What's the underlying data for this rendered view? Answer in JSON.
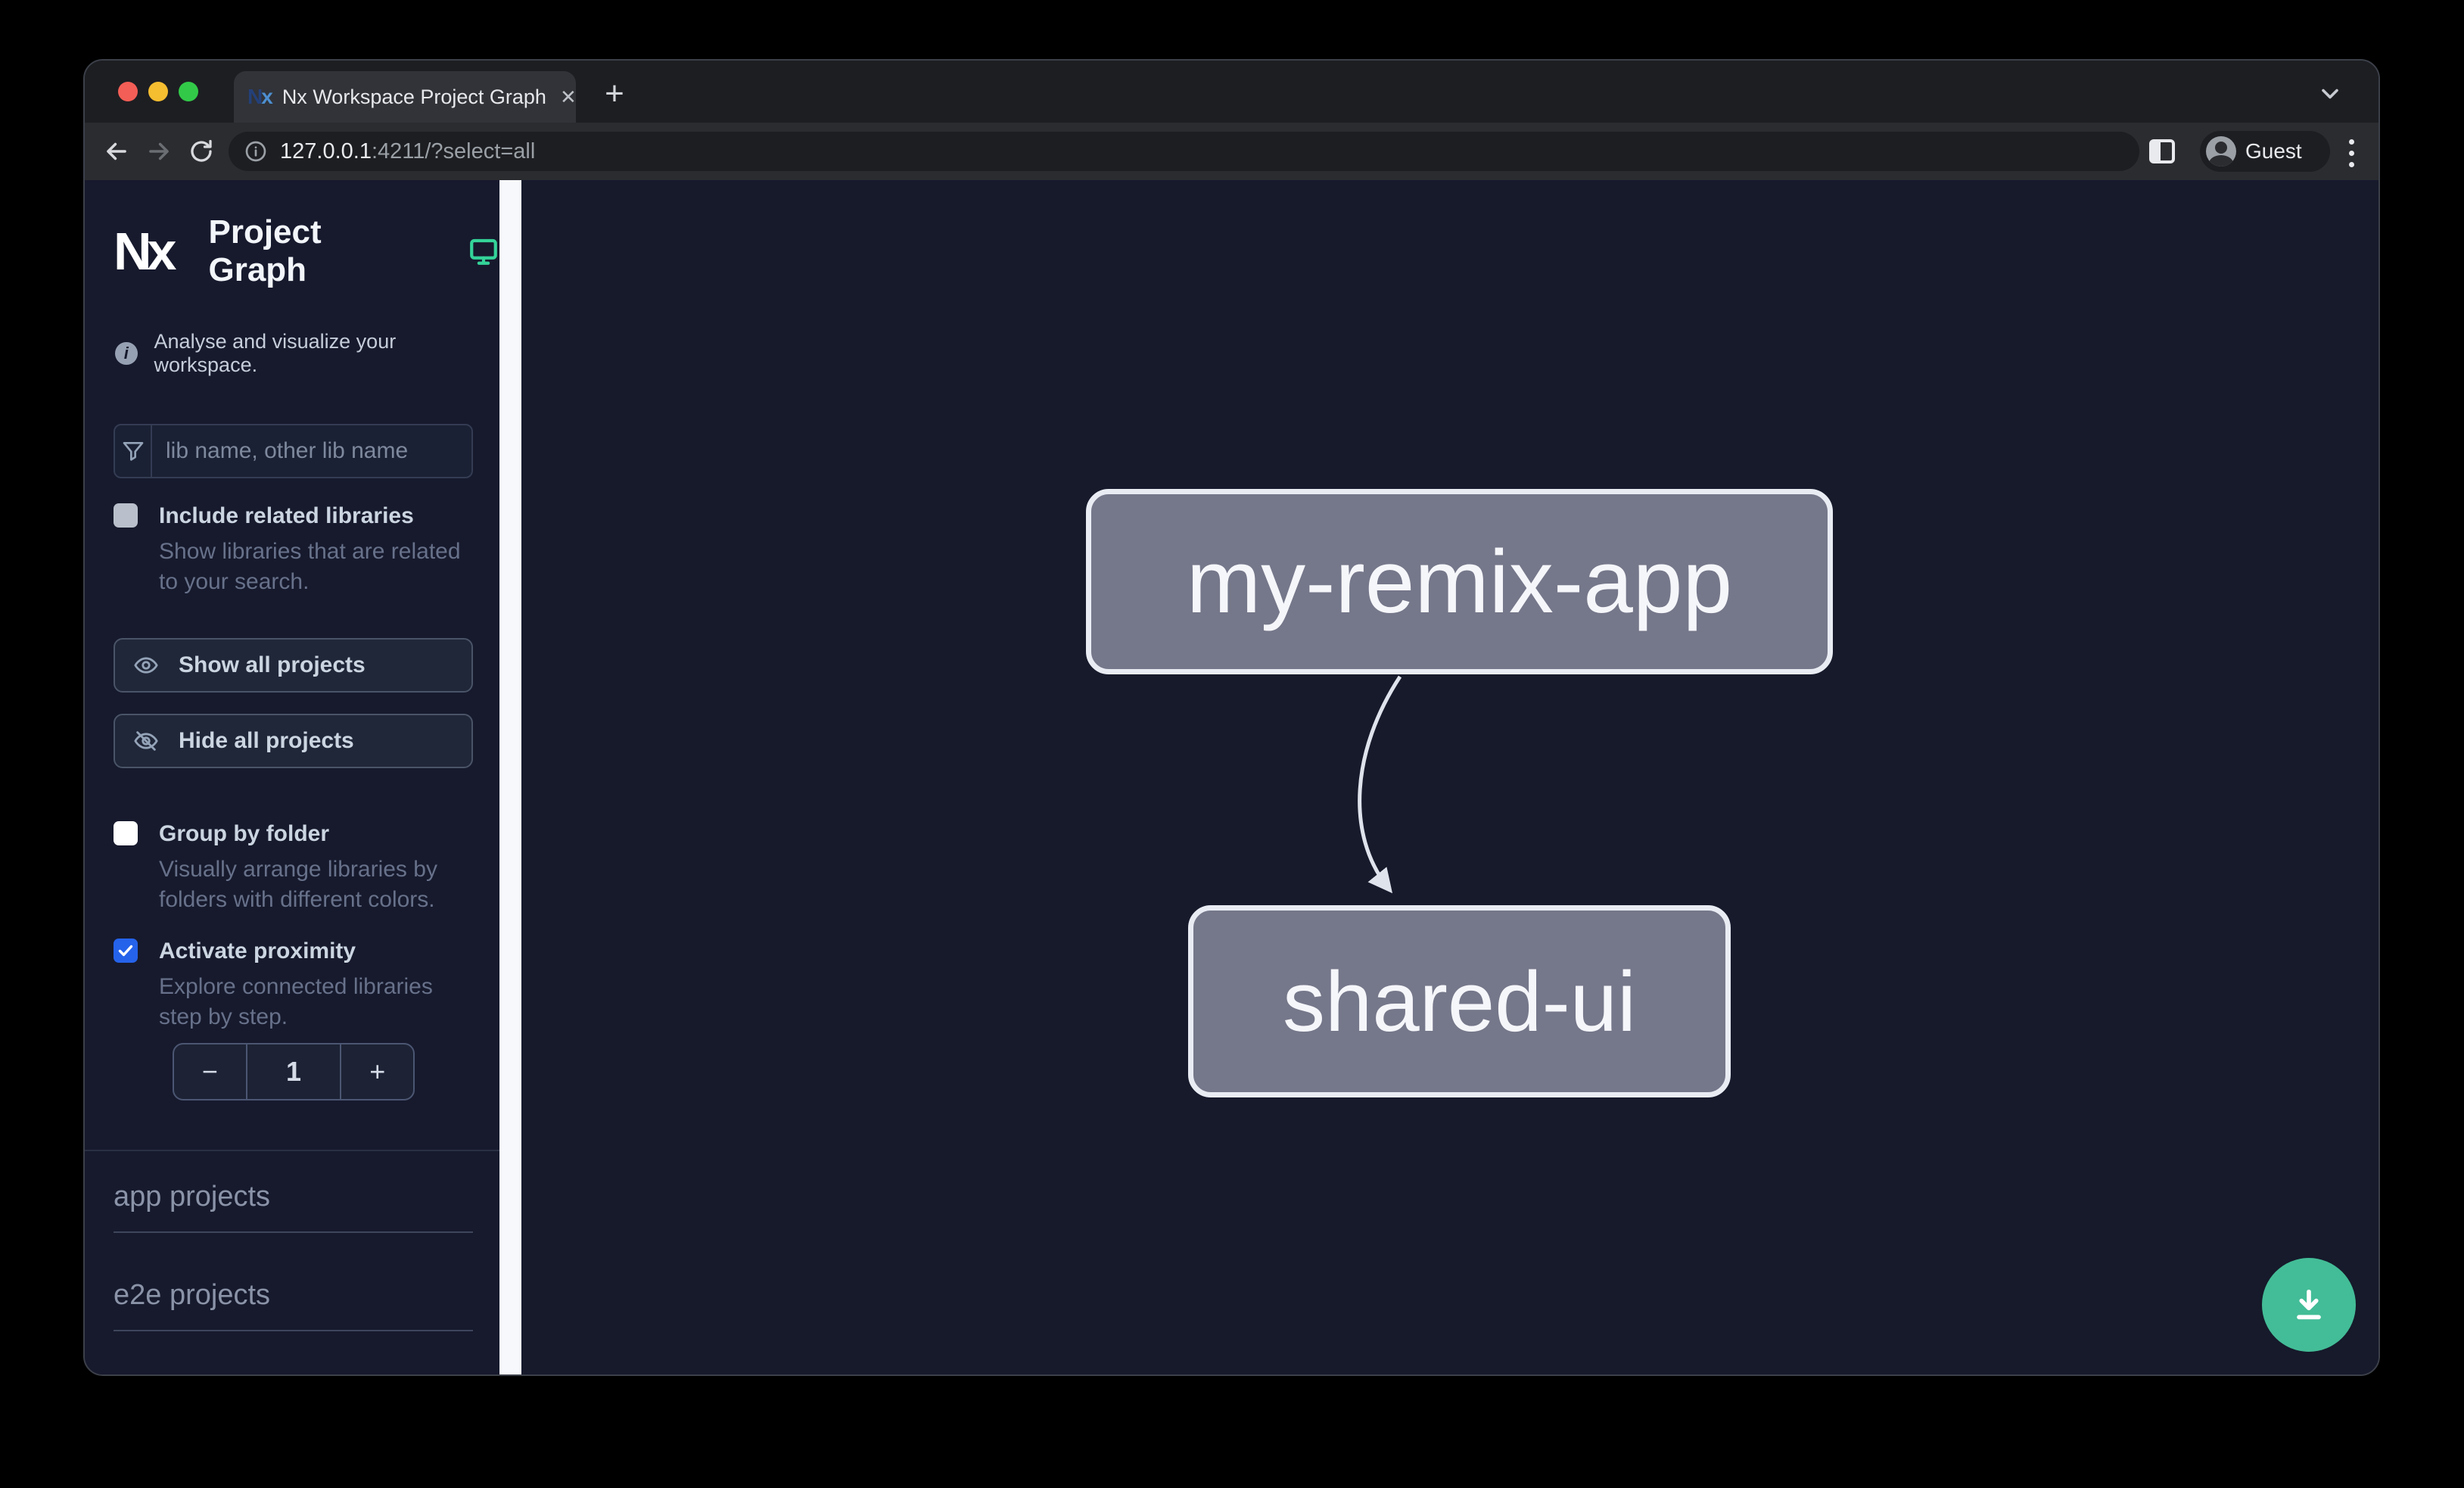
{
  "browser": {
    "tab": {
      "title": "Nx Workspace Project Graph",
      "close_glyph": "✕"
    },
    "new_tab_glyph": "+",
    "url": {
      "host": "127.0.0.1",
      "rest": ":4211/?select=all"
    },
    "profile_label": "Guest"
  },
  "sidebar": {
    "title": "Project Graph",
    "tagline": "Analyse and visualize your workspace.",
    "filter": {
      "placeholder": "lib name, other lib name"
    },
    "toggles": [
      {
        "label": "Include related libraries",
        "description": "Show libraries that are related to your search.",
        "checked": false
      },
      {
        "label": "Group by folder",
        "description": "Visually arrange libraries by folders with different colors.",
        "checked": false
      },
      {
        "label": "Activate proximity",
        "description": "Explore connected libraries step by step.",
        "checked": true
      }
    ],
    "actions": [
      {
        "label": "Show all projects",
        "icon": "eye-icon"
      },
      {
        "label": "Hide all projects",
        "icon": "eye-off-icon"
      }
    ],
    "stepper": {
      "decrement": "−",
      "value": "1",
      "increment": "+"
    },
    "sections": [
      {
        "label": "app projects"
      },
      {
        "label": "e2e projects"
      }
    ]
  },
  "graph": {
    "nodes": [
      {
        "id": "my-remix-app",
        "label": "my-remix-app"
      },
      {
        "id": "shared-ui",
        "label": "shared-ui"
      }
    ],
    "edges": [
      {
        "source": "my-remix-app",
        "target": "shared-ui"
      }
    ]
  },
  "colors": {
    "checkbox_accent": "#2563eb",
    "fab_teal": "#43bd97",
    "brand_teal": "#34d399",
    "node_fill": "#75778a",
    "node_border": "#e9ecf3",
    "canvas_bg": "#161a2b"
  }
}
